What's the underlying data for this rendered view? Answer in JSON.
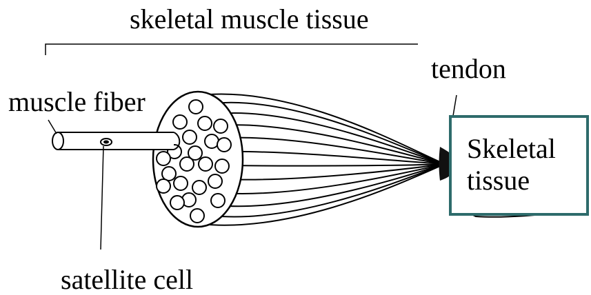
{
  "diagram": {
    "title": "skeletal muscle tissue",
    "labels": {
      "tendon": "tendon",
      "muscle_fiber": "muscle fiber",
      "satellite_cell": "satellite cell"
    },
    "callout": {
      "line1": "Skeletal",
      "line2": "tissue",
      "border_color": "#2e6b6b"
    }
  }
}
